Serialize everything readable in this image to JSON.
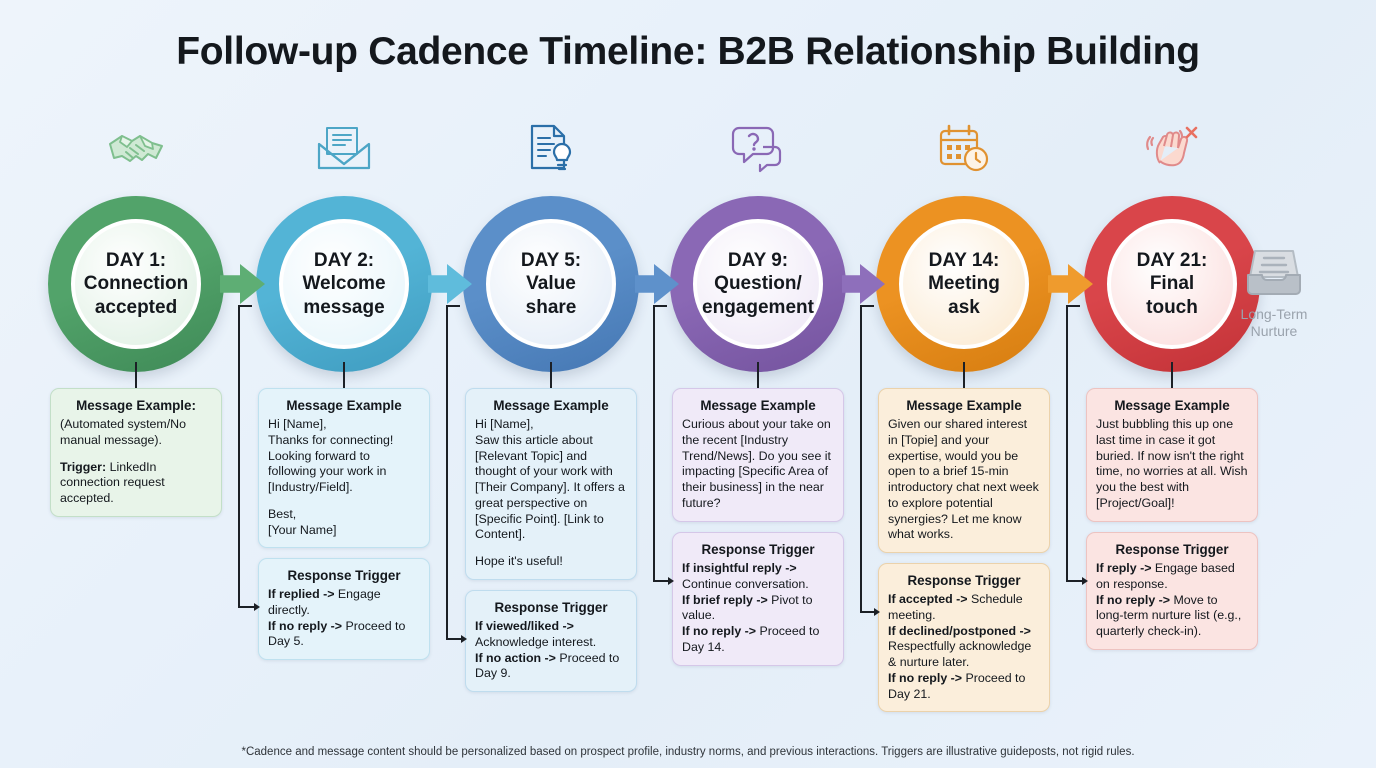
{
  "title": "Follow-up Cadence Timeline: B2B Relationship Building",
  "footnote": "*Cadence and message content should be personalized based on prospect profile, industry norms, and previous interactions. Triggers are illustrative guideposts, not rigid rules.",
  "end_node": {
    "icon": "inbox-tray-icon",
    "label_line1": "Long-Term",
    "label_line2": "Nurture",
    "color": "#9aa3ad"
  },
  "nodes": [
    {
      "id": "day-1",
      "icon": "handshake-icon",
      "label_line1": "DAY 1:",
      "label_line2": "Connection",
      "label_line3": "accepted",
      "ring_color": "#52a36a",
      "ring_color_dark": "#3f8a57",
      "fill_color": "#dff0e3",
      "arrow_color": "#5eae74",
      "message": {
        "title": "Message Example:",
        "body1": "(Automated system/No manual message).",
        "body2_bold": "Trigger:",
        "body2": " LinkedIn connection request accepted.",
        "bg": "#e8f4e9",
        "border": "#c3dfc8"
      },
      "trigger": null
    },
    {
      "id": "day-2",
      "icon": "envelope-icon",
      "label_line1": "DAY 2:",
      "label_line2": "Welcome",
      "label_line3": "message",
      "ring_color": "#53b4d6",
      "ring_color_dark": "#3f9cc0",
      "fill_color": "#e6f5fb",
      "arrow_color": "#5fbcdc",
      "message": {
        "title": "Message Example",
        "body1": "Hi [Name],\nThanks for connecting! Looking forward to following your work in [Industry/Field].",
        "body2": "Best,\n[Your Name]",
        "bg": "#e4f3fa",
        "border": "#bfe1ef"
      },
      "trigger": {
        "title": "Response Trigger",
        "lines": [
          {
            "bold": "If replied ->",
            "rest": " Engage directly."
          },
          {
            "bold": "If no reply ->",
            "rest": " Proceed to Day 5."
          }
        ],
        "bg": "#e4f3fa",
        "border": "#bfe1ef"
      }
    },
    {
      "id": "day-5",
      "icon": "document-bulb-icon",
      "label_line1": "DAY 5:",
      "label_line2": "Value",
      "label_line3": "share",
      "ring_color": "#5b8fc9",
      "ring_color_dark": "#4577b3",
      "fill_color": "#e3ecf7",
      "arrow_color": "#5e91cb",
      "message": {
        "title": "Message Example",
        "body1": "Hi [Name],\nSaw this article about [Relevant Topic] and thought of your work with [Their Company]. It offers a great perspective on [Specific Point]. [Link to Content].",
        "body2": "Hope it's useful!",
        "bg": "#e4f1f9",
        "border": "#bfdcee"
      },
      "trigger": {
        "title": "Response Trigger",
        "lines": [
          {
            "bold": "If viewed/liked ->",
            "rest": " Acknowledge interest."
          },
          {
            "bold": "If no action ->",
            "rest": " Proceed to Day 9."
          }
        ],
        "bg": "#e4f1f9",
        "border": "#bfdcee"
      }
    },
    {
      "id": "day-9",
      "icon": "question-chat-icon",
      "label_line1": "DAY 9:",
      "label_line2": "Question/",
      "label_line3": "engagement",
      "ring_color": "#8a68b5",
      "ring_color_dark": "#74539e",
      "fill_color": "#eee7f6",
      "arrow_color": "#8e6fbb",
      "message": {
        "title": "Message Example",
        "body1": "Curious about your take on the recent [Industry Trend/News]. Do you see it impacting [Specific Area of their business] in the near future?",
        "body2": "",
        "bg": "#f0eaf8",
        "border": "#d5c7e8"
      },
      "trigger": {
        "title": "Response Trigger",
        "lines": [
          {
            "bold": "If insightful reply ->",
            "rest": " Continue conversation."
          },
          {
            "bold": "If brief reply ->",
            "rest": " Pivot to value."
          },
          {
            "bold": "If no reply ->",
            "rest": " Proceed to Day 14."
          }
        ],
        "bg": "#f0eaf8",
        "border": "#d5c7e8"
      }
    },
    {
      "id": "day-14",
      "icon": "calendar-clock-icon",
      "label_line1": "DAY 14:",
      "label_line2": "Meeting",
      "label_line3": "ask",
      "ring_color": "#ec9222",
      "ring_color_dark": "#d67d10",
      "fill_color": "#fbe9cf",
      "arrow_color": "#ef9b2d",
      "message": {
        "title": "Message Example",
        "body1": "Given our shared interest in [Topie] and your expertise, would you be open to a brief 15-min introductory chat next week to explore potential synergies? Let me know what works.",
        "body2": "",
        "bg": "#fbeedb",
        "border": "#ebd2ab"
      },
      "trigger": {
        "title": "Response Trigger",
        "lines": [
          {
            "bold": "If accepted ->",
            "rest": " Schedule meeting."
          },
          {
            "bold": "If declined/postponed ->",
            "rest": " Respectfully acknowledge & nurture later."
          },
          {
            "bold": "If no reply ->",
            "rest": " Proceed to Day 21."
          }
        ],
        "bg": "#fbeedb",
        "border": "#ebd2ab"
      }
    },
    {
      "id": "day-21",
      "icon": "waving-hand-icon",
      "label_line1": "DAY 21:",
      "label_line2": "Final",
      "label_line3": "touch",
      "ring_color": "#d9454a",
      "ring_color_dark": "#c23237",
      "fill_color": "#fbdcdb",
      "arrow_color": "#dd5055",
      "message": {
        "title": "Message Example",
        "body1": "Just bubbling this up one last time in case it got buried. If now isn't the right time, no worries at all. Wish you the best with [Project/Goal]!",
        "body2": "",
        "bg": "#fbe4e2",
        "border": "#edc3c1"
      },
      "trigger": {
        "title": "Response Trigger",
        "lines": [
          {
            "bold": "If reply ->",
            "rest": " Engage based on response."
          },
          {
            "bold": "If no reply ->",
            "rest": " Move to long-term nurture list (e.g., quarterly check-in)."
          }
        ],
        "bg": "#fbe4e2",
        "border": "#edc3c1"
      }
    }
  ]
}
